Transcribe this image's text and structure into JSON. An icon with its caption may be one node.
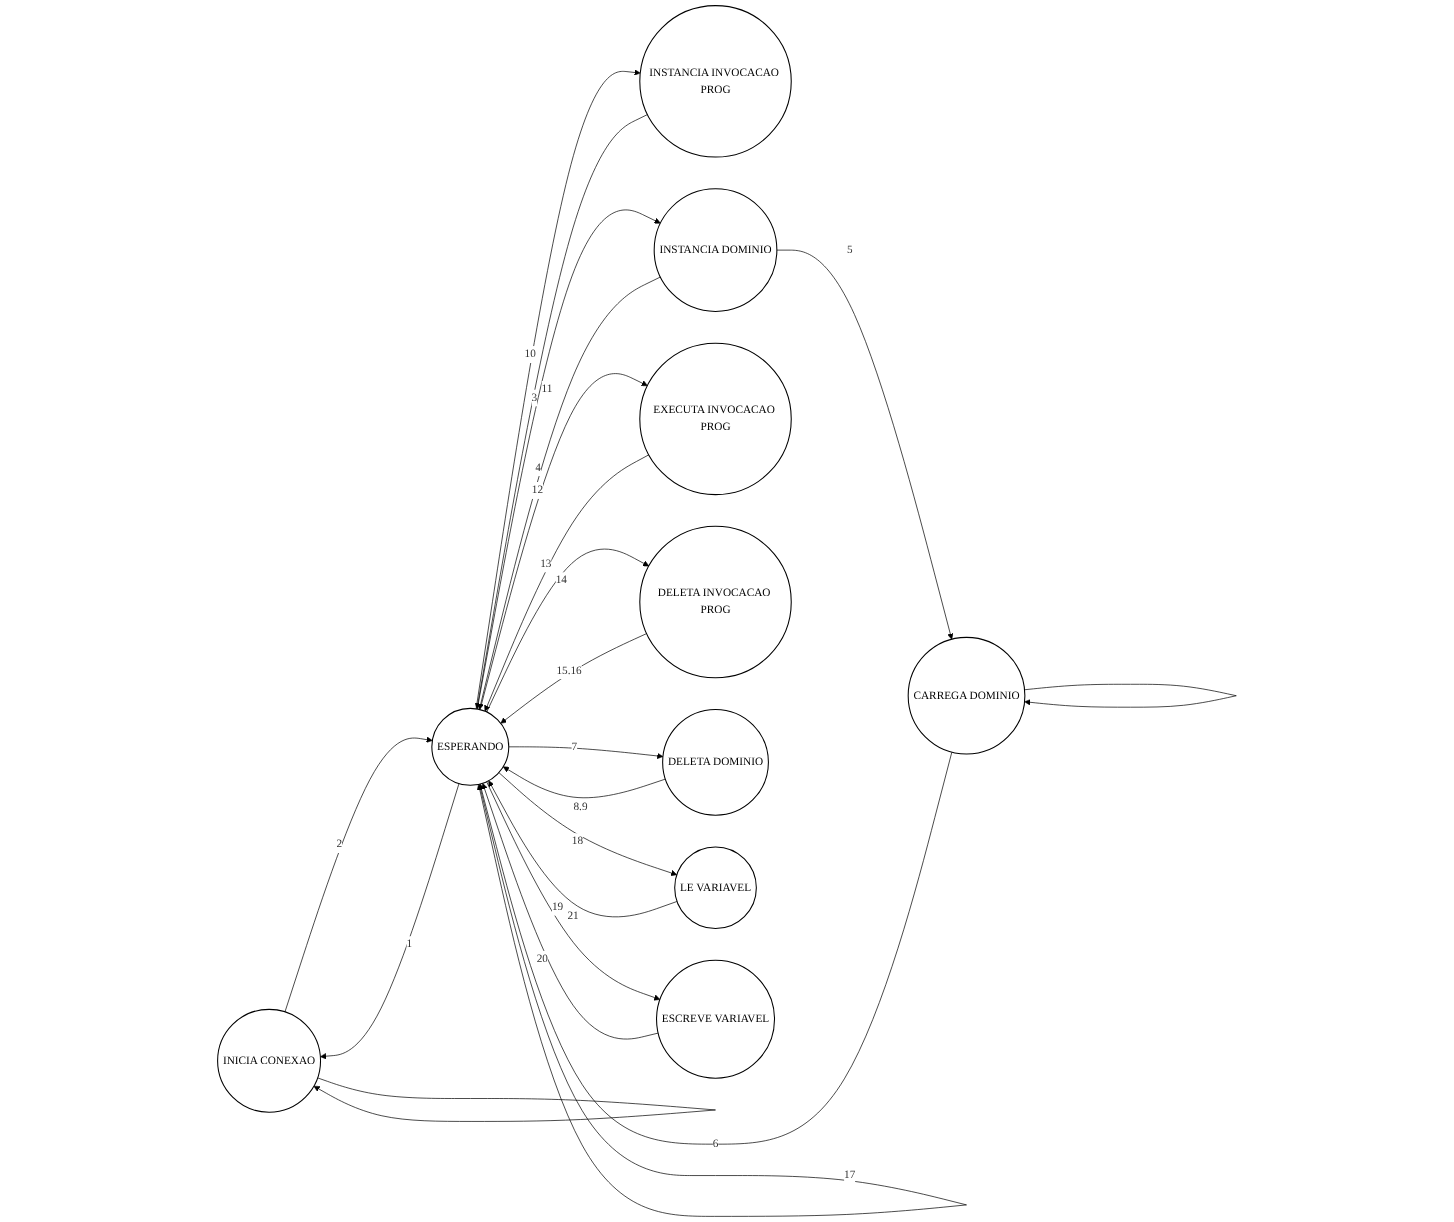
{
  "diagram": {
    "nodes": [
      {
        "text": [
          "INICIA CONEXAO"
        ]
      },
      {
        "text": [
          "INSTANCIA INVOCACAO PROG"
        ]
      },
      {
        "text": [
          "INSTANCIA DOMINIO"
        ]
      },
      {
        "text": [
          "EXECUTA INVOCACAO PROG"
        ]
      },
      {
        "text": [
          "ESPERANDO"
        ]
      },
      {
        "text": [
          "CARREGA DOMINIO"
        ]
      },
      {
        "text": [
          "DELETA INVOCACAO PROG"
        ]
      },
      {
        "text": [
          "DELETA DOMINIO"
        ]
      },
      {
        "text": [
          "LE VARIAVEL"
        ]
      },
      {
        "text": [
          "ESCREVE VARIAVEL"
        ]
      }
    ],
    "edges": [
      {
        "from": 0,
        "to": 0,
        "arrow": "to"
      },
      {
        "from": 4,
        "to": 0,
        "arrow": "to",
        "label": "1"
      },
      {
        "from": 0,
        "to": 4,
        "arrow": "to",
        "label": "2"
      },
      {
        "from": 4,
        "to": 2,
        "arrow": "to",
        "label": "3"
      },
      {
        "from": 2,
        "to": 4,
        "arrow": "to",
        "label": "4"
      },
      {
        "from": 2,
        "to": 5,
        "arrow": "to",
        "label": "5"
      },
      {
        "from": 5,
        "to": 5,
        "arrow": "to"
      },
      {
        "from": 5,
        "to": 4,
        "arrow": "to",
        "label": "6"
      },
      {
        "from": 4,
        "to": 7,
        "arrow": "to",
        "label": "7"
      },
      {
        "from": 7,
        "to": 4,
        "arrow": "to",
        "label": "8.9"
      },
      {
        "from": 4,
        "to": 1,
        "arrow": "to",
        "label": "10"
      },
      {
        "from": 1,
        "to": 4,
        "arrow": "to",
        "label": "11"
      },
      {
        "from": 4,
        "to": 3,
        "arrow": "to",
        "label": "12"
      },
      {
        "from": 3,
        "to": 4,
        "arrow": "to",
        "label": "13"
      },
      {
        "from": 4,
        "to": 6,
        "arrow": "to",
        "label": "14"
      },
      {
        "from": 6,
        "to": 4,
        "arrow": "to",
        "label": "15.16"
      },
      {
        "from": 4,
        "to": 4,
        "arrow": "to",
        "label": "17"
      },
      {
        "from": 4,
        "to": 8,
        "arrow": "to",
        "label": "18"
      },
      {
        "from": 8,
        "to": 4,
        "arrow": "to",
        "label": "19"
      },
      {
        "from": 9,
        "to": 4,
        "arrow": "to",
        "label": "20"
      },
      {
        "from": 4,
        "to": 9,
        "arrow": "to",
        "label": "21"
      }
    ]
  }
}
